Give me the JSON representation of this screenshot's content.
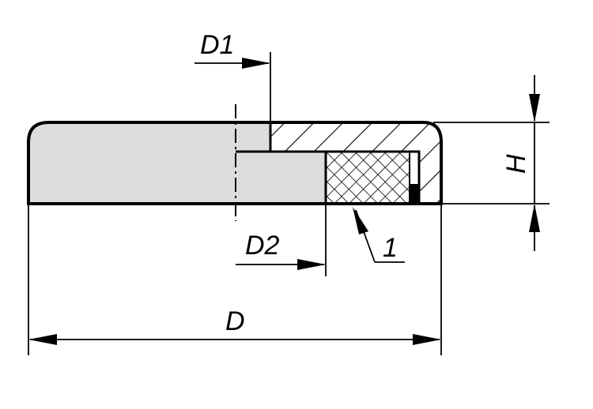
{
  "labels": {
    "d1": "D1",
    "d2": "D2",
    "d": "D",
    "h": "H",
    "item": "1"
  },
  "colors": {
    "line": "#000000",
    "body_fill": "#dcdcdc",
    "background": "#ffffff"
  }
}
